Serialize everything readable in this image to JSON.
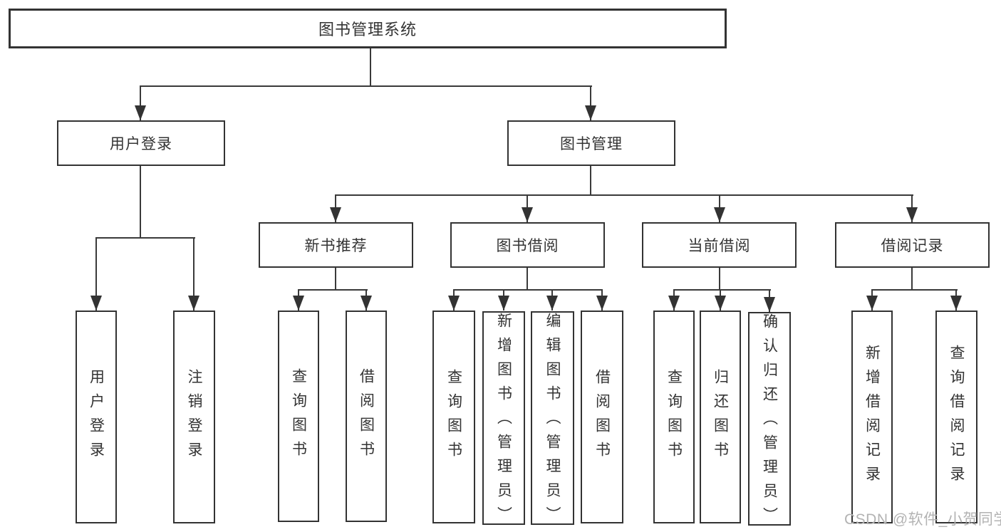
{
  "colors": {
    "background": "#ffffff",
    "box_border": "#333333",
    "connector_line": "#3a3a3a",
    "text": "#333333",
    "watermark": "#b3b3b3"
  },
  "watermark": "CSDN @软件_小贺同学",
  "tree": {
    "root": "图书管理系统",
    "branches": [
      {
        "label": "用户登录",
        "children": [
          "用户登录",
          "注销登录"
        ]
      },
      {
        "label": "图书管理",
        "children": [
          {
            "label": "新书推荐",
            "children": [
              "查询图书",
              "借阅图书"
            ]
          },
          {
            "label": "图书借阅",
            "children": [
              "查询图书",
              "新增图书（管理员）",
              "编辑图书（管理员）",
              "借阅图书"
            ]
          },
          {
            "label": "当前借阅",
            "children": [
              "查询图书",
              "归还图书",
              "确认归还（管理员）"
            ]
          },
          {
            "label": "借阅记录",
            "children": [
              "新增借阅记录",
              "查询借阅记录"
            ]
          }
        ]
      }
    ]
  }
}
